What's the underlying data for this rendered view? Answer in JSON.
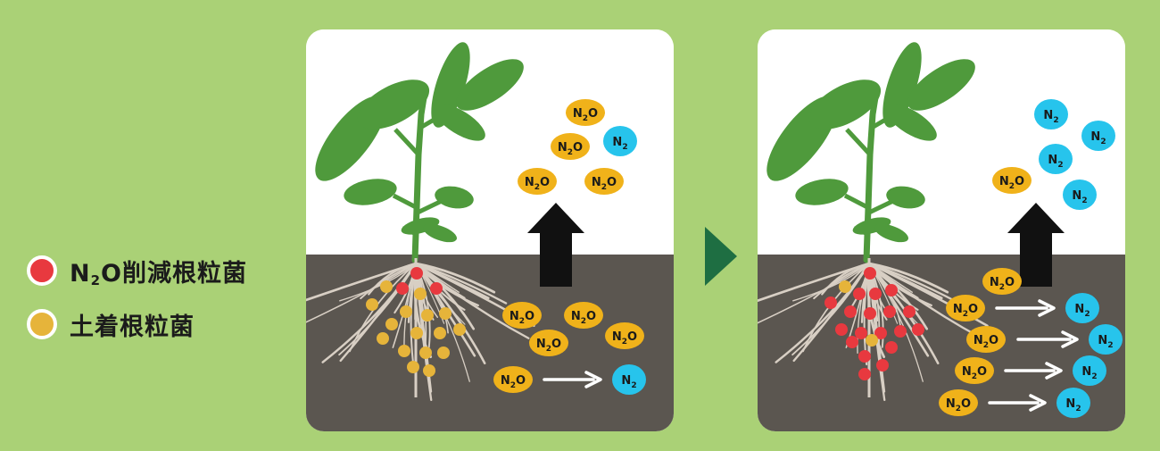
{
  "legend": [
    {
      "formula_main": "N",
      "formula_sub": "2",
      "formula_rest": "O",
      "label": "削減根粒菌",
      "color": "#e8393f"
    },
    {
      "formula_main": "",
      "formula_sub": "",
      "formula_rest": "",
      "label": "土着根粒菌",
      "color": "#e6b43a"
    }
  ],
  "molecules": {
    "n2o": {
      "main": "N",
      "sub": "2",
      "rest": "O"
    },
    "n2": {
      "main": "N",
      "sub": "2",
      "rest": ""
    }
  },
  "colors": {
    "background": "#aad176",
    "sky": "#ffffff",
    "soil": "#5b5650",
    "n2o_fill": "#f0b21a",
    "n2_fill": "#27c4ec",
    "leaf": "#4f9a3c",
    "root": "#d8cfc4",
    "reducing_bacteria": "#e8393f",
    "native_bacteria": "#e6b43a",
    "divider_arrow": "#1e6e42"
  },
  "panels": [
    {
      "name": "before",
      "air": [
        "n2o",
        "n2o",
        "n2",
        "n2o",
        "n2o"
      ],
      "soil": [
        "n2o",
        "n2o",
        "n2o",
        "n2o"
      ],
      "conversions": 1
    },
    {
      "name": "after",
      "air": [
        "n2",
        "n2",
        "n2",
        "n2o",
        "n2"
      ],
      "soil": [
        "n2o"
      ],
      "conversions": 4
    }
  ]
}
